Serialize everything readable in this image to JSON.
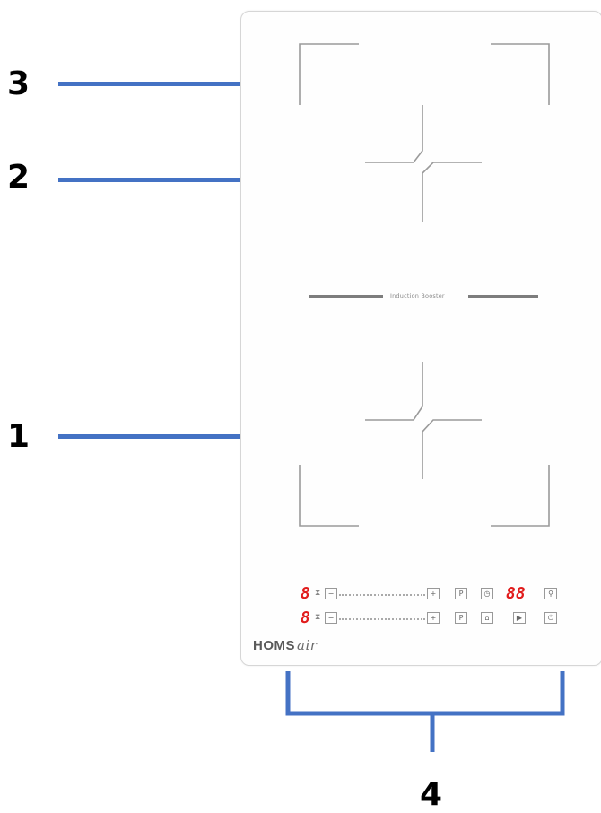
{
  "callouts": [
    {
      "label": "3"
    },
    {
      "label": "2"
    },
    {
      "label": "1"
    },
    {
      "label": "4"
    }
  ],
  "hob": {
    "booster_label": "Induction Booster",
    "brand": "HOMS",
    "brand_script": "air"
  },
  "control_panel": {
    "row1": {
      "left_display": "8",
      "right_display": "88",
      "icons": [
        "hourglass-icon",
        "minus-icon",
        "plus-icon",
        "p-icon",
        "clock-icon",
        "lock-icon"
      ]
    },
    "row2": {
      "left_display": "8",
      "icons": [
        "hourglass-icon",
        "minus-icon",
        "plus-icon",
        "p-icon",
        "pot-icon",
        "play-icon",
        "power-icon"
      ]
    }
  },
  "colors": {
    "callout_line": "#4472c4",
    "display_red": "#e11c1c",
    "zone_lines": "#9a9a9a"
  }
}
